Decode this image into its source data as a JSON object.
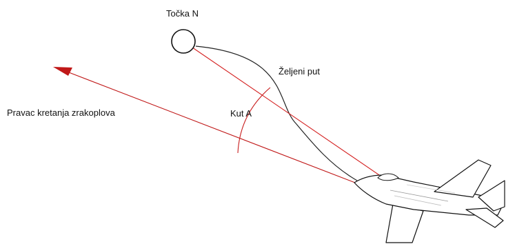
{
  "labels": {
    "point_n": "Točka N",
    "desired_path": "Željeni put",
    "angle_a": "Kut A",
    "heading": "Pravac kretanja zrakoplova"
  },
  "colors": {
    "line_of_sight": "#d42020",
    "heading_arrow": "#c01818",
    "angle_arc": "#c81e1e",
    "desired_path": "#222222",
    "outline": "#111111",
    "text": "#111111",
    "background": "#ffffff"
  },
  "icons": {
    "aircraft": "fighter-jet-icon",
    "target": "target-circle-icon"
  }
}
